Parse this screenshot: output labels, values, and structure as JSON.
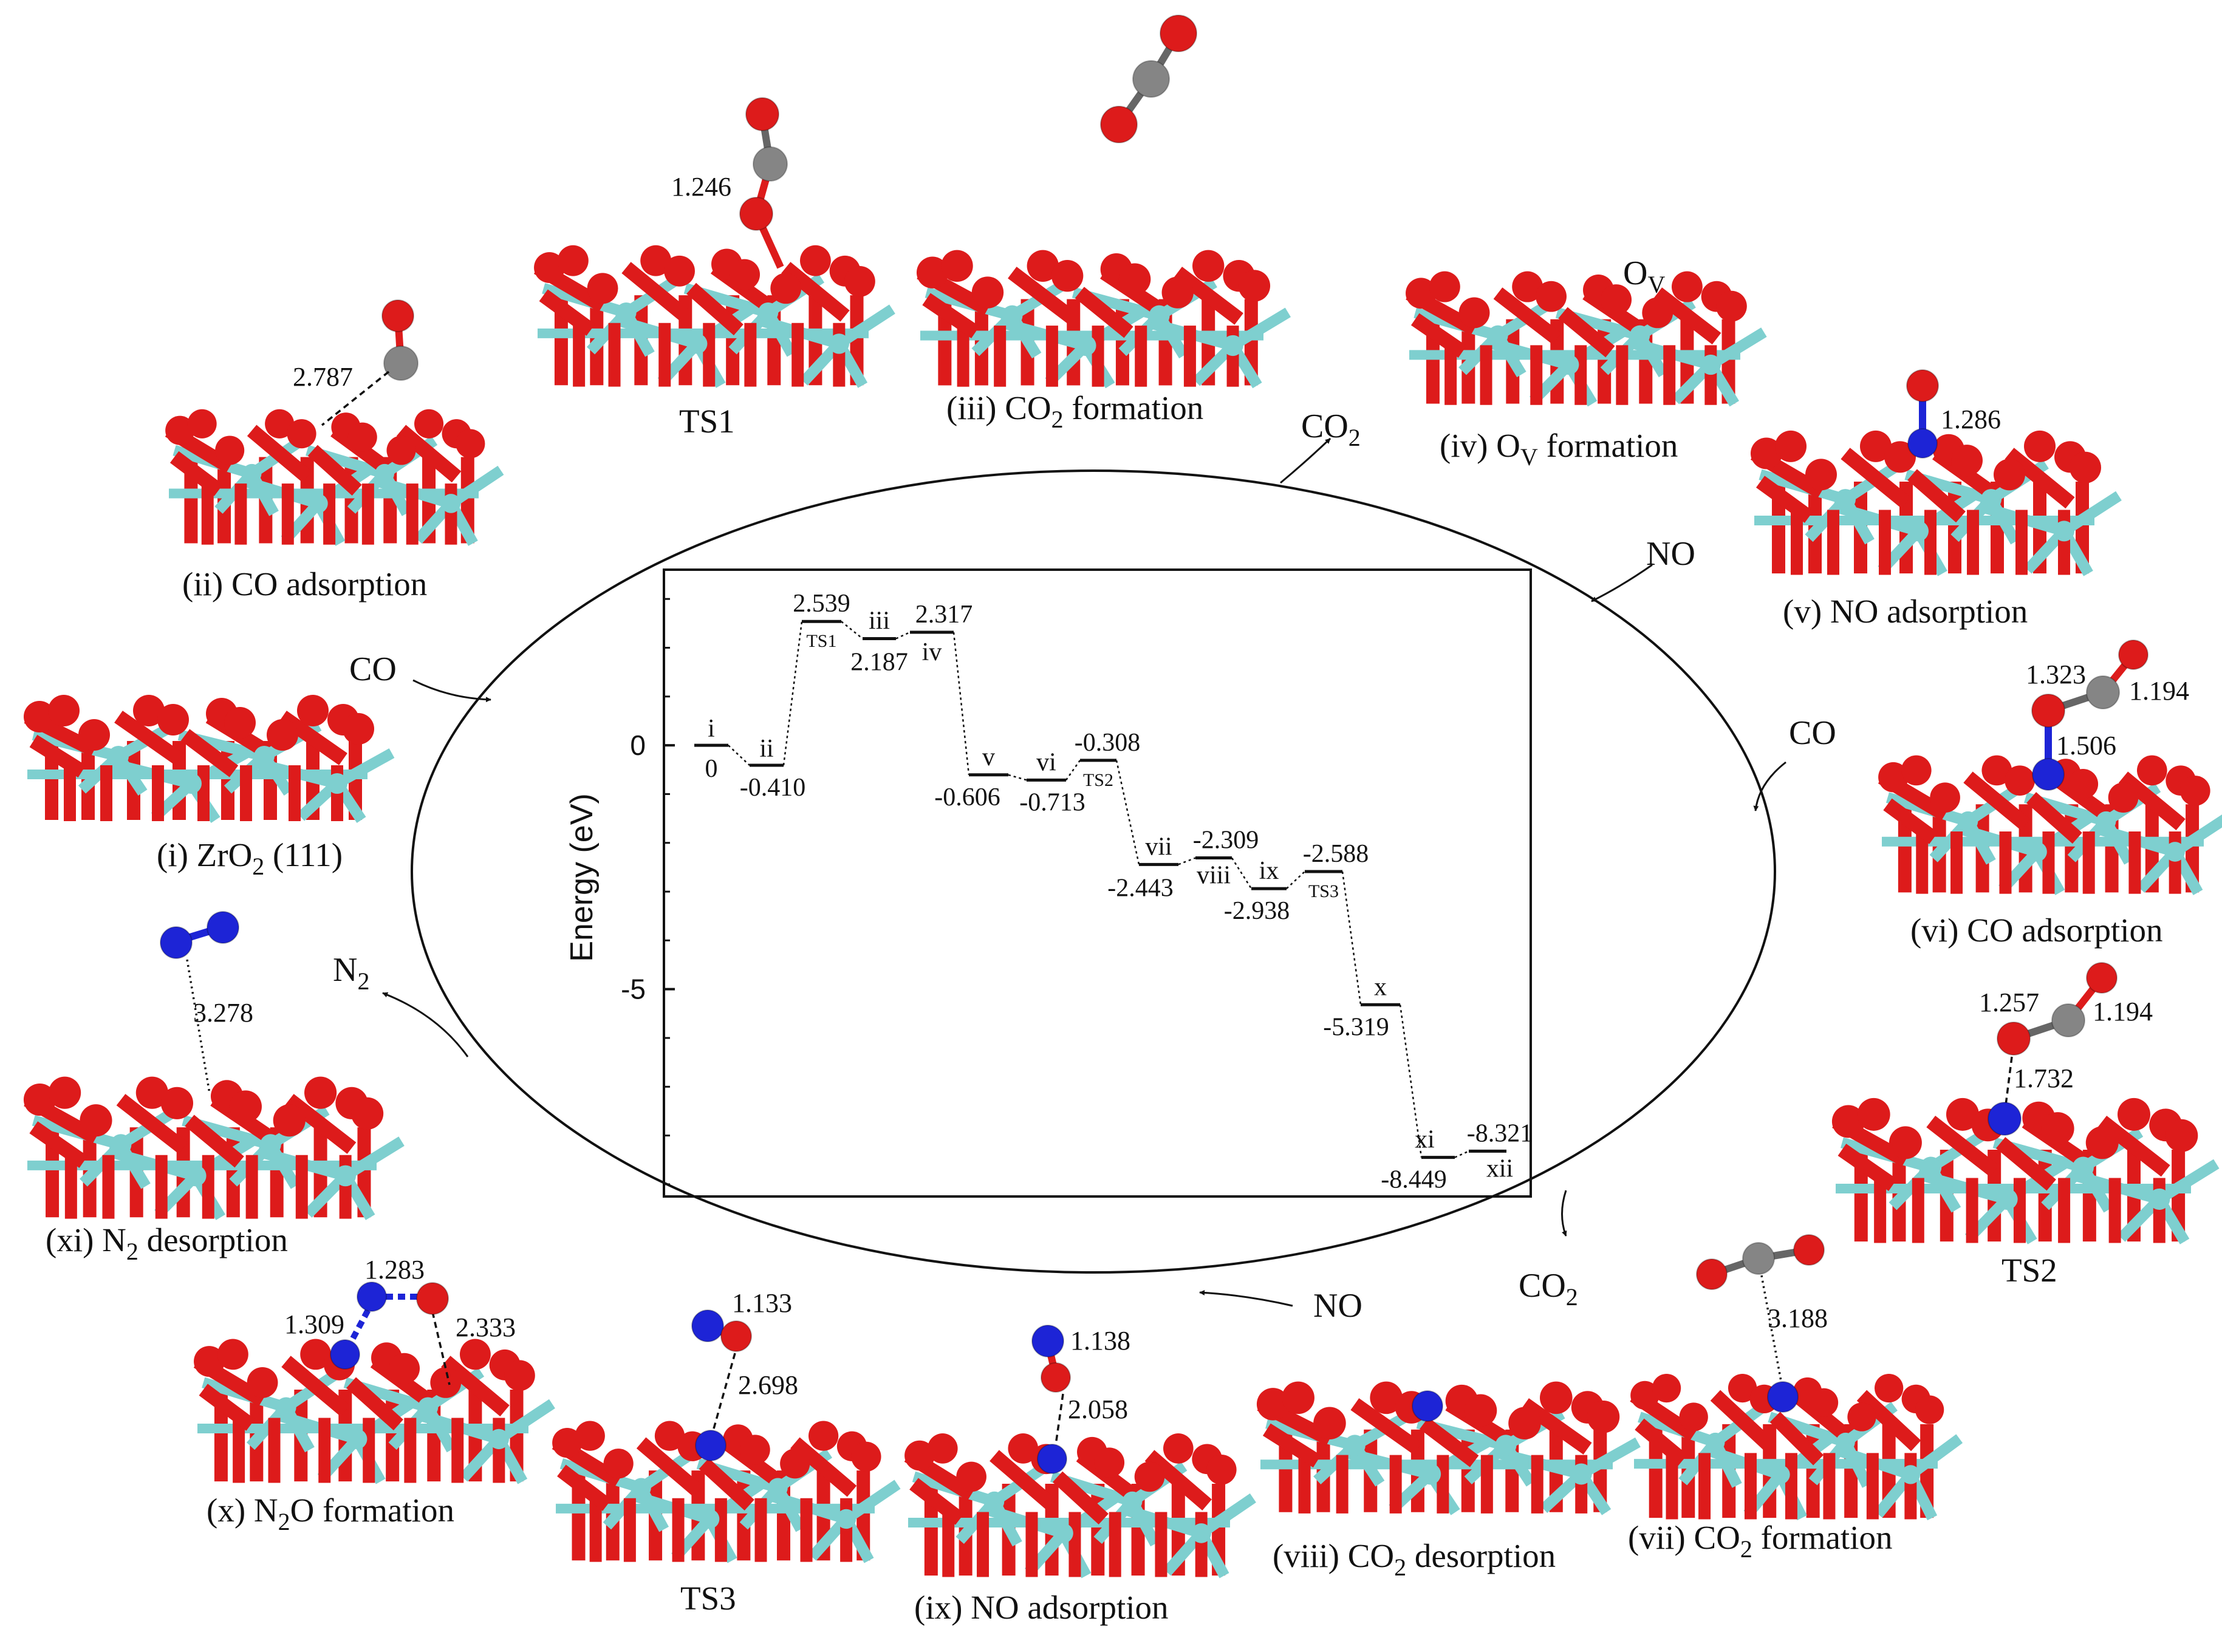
{
  "colors": {
    "oxygen": "#dd1b1b",
    "zirconium": "#7ecfcf",
    "carbon": "#858585",
    "nitrogen": "#1d24d6",
    "line": "#111111"
  },
  "chart_data": {
    "type": "line",
    "ylabel": "Energy (eV)",
    "ylim": [
      -9.25,
      3.6
    ],
    "yticks": [
      0,
      -5
    ],
    "grid": false,
    "levels": [
      {
        "name": "i",
        "value": 0,
        "value_label": "0"
      },
      {
        "name": "ii",
        "value": -0.41,
        "value_label": "-0.410"
      },
      {
        "name": "TS1",
        "value": 2.539,
        "value_label": "2.539"
      },
      {
        "name": "iii",
        "value": 2.187,
        "value_label": "2.187"
      },
      {
        "name": "iv",
        "value": 2.317,
        "value_label": "2.317"
      },
      {
        "name": "v",
        "value": -0.606,
        "value_label": "-0.606"
      },
      {
        "name": "vi",
        "value": -0.713,
        "value_label": "-0.713"
      },
      {
        "name": "TS2",
        "value": -0.308,
        "value_label": "-0.308"
      },
      {
        "name": "vii",
        "value": -2.443,
        "value_label": "-2.443"
      },
      {
        "name": "viii",
        "value": -2.309,
        "value_label": "-2.309"
      },
      {
        "name": "ix",
        "value": -2.938,
        "value_label": "-2.938"
      },
      {
        "name": "TS3",
        "value": -2.588,
        "value_label": "-2.588"
      },
      {
        "name": "x",
        "value": -5.319,
        "value_label": "-5.319"
      },
      {
        "name": "xi",
        "value": -8.449,
        "value_label": "-8.449"
      },
      {
        "name": "xii",
        "value": -8.321,
        "value_label": "-8.321"
      }
    ]
  },
  "cycle": {
    "species": {
      "co_in_1": "CO",
      "co2_out_1": "CO",
      "co2_out_1_sub": "2",
      "no_in_1": "NO",
      "co_in_2": "CO",
      "co2_out_2": "CO",
      "co2_out_2_sub": "2",
      "no_in_2": "NO",
      "n2_out": "N",
      "n2_out_sub": "2"
    }
  },
  "structures": {
    "s1": {
      "label": "(i) ZrO",
      "sub": "2",
      "label_end": " (111)"
    },
    "s2": {
      "label": "(ii) CO adsorption",
      "distances": [
        "2.787"
      ]
    },
    "ts1": {
      "label": "TS1",
      "distances": [
        "1.246"
      ]
    },
    "s3": {
      "label": "(iii) CO",
      "sub": "2",
      "label_end": " formation"
    },
    "s4": {
      "label": "(iv) O",
      "sub": "V",
      "label_end": " formation",
      "marker": "O",
      "marker_sub": "V"
    },
    "s5": {
      "label": "(v) NO adsorption",
      "distances": [
        "1.286"
      ]
    },
    "s6": {
      "label": "(vi) CO adsorption",
      "distances": [
        "1.323",
        "1.194",
        "1.506"
      ]
    },
    "ts2": {
      "label": "TS2",
      "distances": [
        "1.257",
        "1.194",
        "1.732"
      ]
    },
    "s7": {
      "label": "(vii) CO",
      "sub": "2",
      "label_end": " formation",
      "distances": [
        "3.188"
      ]
    },
    "s8": {
      "label": "(viii) CO",
      "sub": "2",
      "label_end": " desorption"
    },
    "s9": {
      "label": "(ix) NO adsorption",
      "distances": [
        "1.138",
        "2.058"
      ]
    },
    "ts3": {
      "label": "TS3",
      "distances": [
        "1.133",
        "2.698"
      ]
    },
    "s10": {
      "label": "(x) N",
      "sub": "2",
      "label_end": "O formation",
      "distances": [
        "1.283",
        "1.309",
        "2.333"
      ]
    },
    "s11": {
      "label": "(xi) N",
      "sub": "2",
      "label_end": " desorption",
      "distances": [
        "3.278"
      ]
    }
  }
}
